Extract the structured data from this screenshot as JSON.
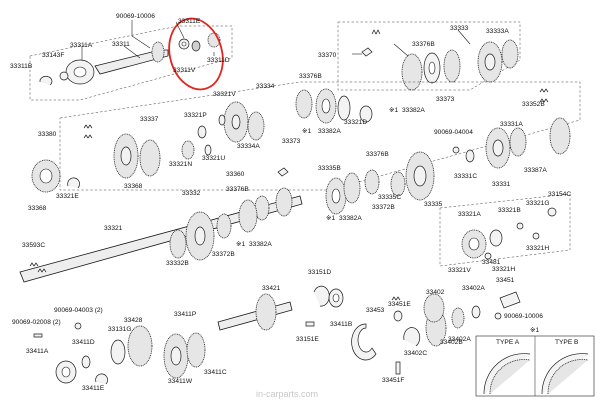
{
  "labels": {
    "l1": "90069-10006",
    "l2": "33311E",
    "l3": "33311A",
    "l4": "33311",
    "l5": "33143F",
    "l6": "33311B",
    "l7": "33311V",
    "l8": "33311D",
    "l9": "33333",
    "l10": "33333A",
    "l11": "33370",
    "l12": "33376B",
    "l13": "33373",
    "l14": "33382A",
    "l15": "33376B",
    "l16": "33334",
    "l17": "33321V",
    "l18": "33321D",
    "l19": "33382A",
    "l20": "33334A",
    "l21": "33373",
    "l22": "33352B",
    "l23": "90069-04004",
    "l24": "33331A",
    "l25": "33380",
    "l26": "33337",
    "l27": "33321P",
    "l28": "33321N",
    "l29": "33321U",
    "l30": "33321E",
    "l31": "33368",
    "l32": "33368",
    "l33": "33335B",
    "l34": "33376B",
    "l35": "33360",
    "l36": "33376B",
    "l37": "33335C",
    "l38": "33335",
    "l39": "33382A",
    "l40": "33372B",
    "l41": "33331C",
    "l42": "33331",
    "l43": "33387A",
    "l44": "33154C",
    "l45": "33321G",
    "l46": "33332",
    "l47": "33321",
    "l48": "33382A",
    "l49": "33372B",
    "l50": "33332B",
    "l51": "33593C",
    "l52": "33321A",
    "l53": "33321B",
    "l54": "33321H",
    "l55": "33321V",
    "l56": "33481",
    "l57": "33321H",
    "l58": "33451",
    "l59": "33151D",
    "l60": "33421",
    "l61": "33411P",
    "l62": "33411B",
    "l63": "33151E",
    "l64": "33451E",
    "l65": "33402",
    "l66": "33402A",
    "l67": "90069-10006",
    "l68": "33453",
    "l69": "33402B",
    "l70": "33402C",
    "l71": "33402A",
    "l72": "33451F",
    "l73": "90069-04003 (2)",
    "l74": "90069-02008 (2)",
    "l75": "33428",
    "l76": "33131G",
    "l77": "33411D",
    "l78": "33411A",
    "l79": "33411W",
    "l80": "33411E",
    "l81": "33411C"
  },
  "note_mark": "※1",
  "type_a": {
    "title": "TYPE A",
    "note": "※1"
  },
  "type_b": {
    "title": "TYPE B"
  },
  "watermark": "in-carparts.com"
}
